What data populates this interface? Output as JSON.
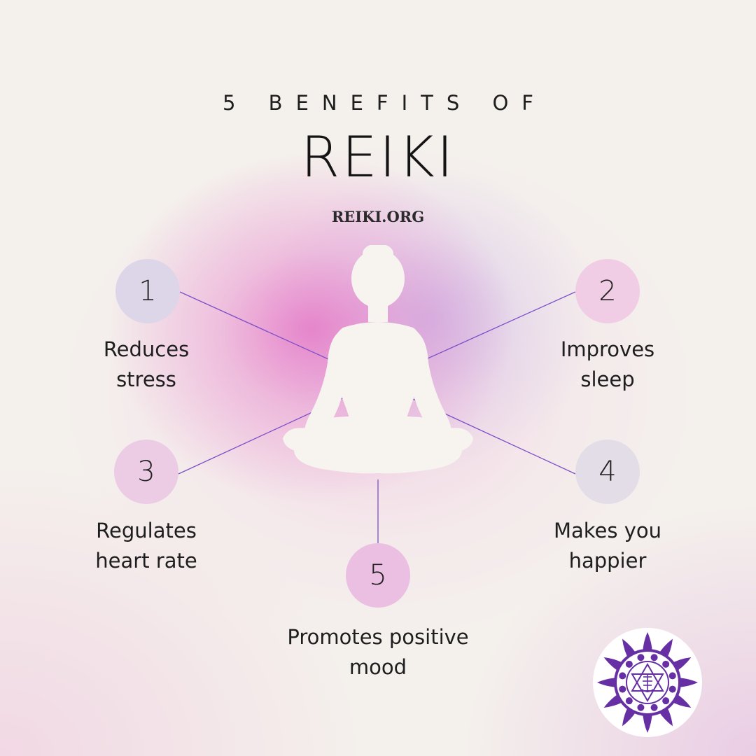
{
  "header": {
    "top_label": "5 BENEFITS OF",
    "title": "REIKI",
    "site": "REIKI.ORG"
  },
  "benefits": [
    {
      "number": "1",
      "line1": "Reduces",
      "line2": "stress",
      "circle_color": "#ddd6e8"
    },
    {
      "number": "2",
      "line1": "Improves",
      "line2": "sleep",
      "circle_color": "#f0cde4"
    },
    {
      "number": "3",
      "line1": "Regulates",
      "line2": "heart rate",
      "circle_color": "#eccbe5"
    },
    {
      "number": "4",
      "line1": "Makes you",
      "line2": "happier",
      "circle_color": "#e3dde8"
    },
    {
      "number": "5",
      "line1": "Promotes positive",
      "line2": "mood",
      "circle_color": "#ebbfe2"
    }
  ],
  "colors": {
    "connector": "#7d4fc8",
    "logo_purple": "#6630a4",
    "silhouette": "#f7f3ef"
  },
  "icons": {
    "figure": "meditating-figure-icon",
    "logo": "lotus-chakra-logo-icon"
  }
}
